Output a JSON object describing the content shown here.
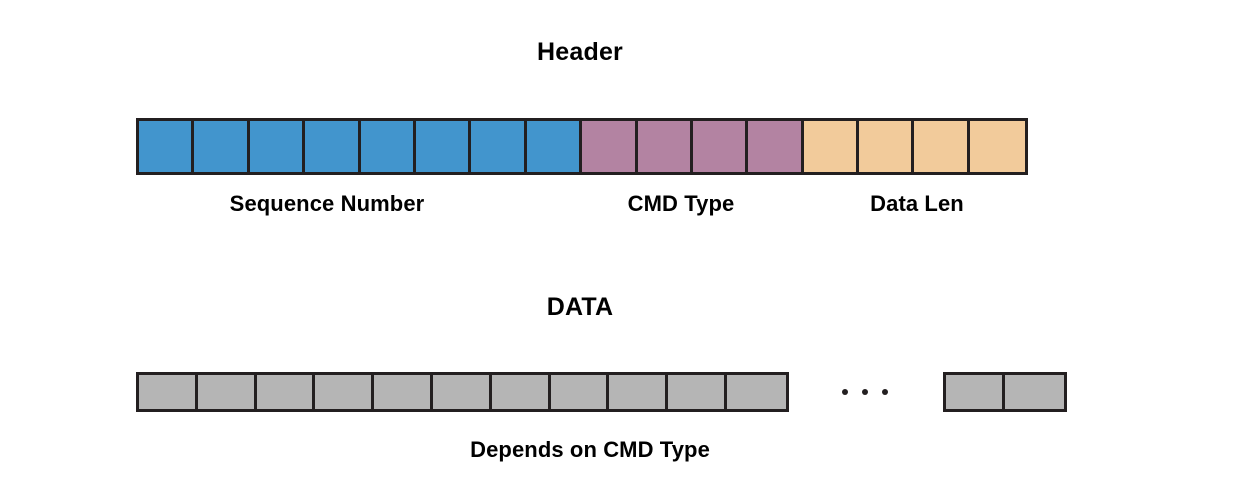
{
  "diagram": {
    "title_header": "Header",
    "title_data": "DATA",
    "caption_data": "Depends on CMD Type",
    "colors": {
      "sequence_number": "#4295cd",
      "cmd_type": "#b383a2",
      "data_len": "#f2cb9b",
      "data_payload": "#b5b5b5",
      "border": "#231f20",
      "background": "#ffffff",
      "text": "#000000"
    },
    "header_fields": [
      {
        "label": "Sequence Number",
        "cells": 8,
        "color": "#4295cd"
      },
      {
        "label": "CMD Type",
        "cells": 4,
        "color": "#b383a2"
      },
      {
        "label": "Data Len",
        "cells": 4,
        "color": "#f2cb9b"
      }
    ],
    "header_total_cells": 16,
    "data_row": {
      "left_cells": 11,
      "right_cells": 2,
      "separator": "...",
      "color": "#b5b5b5"
    }
  }
}
